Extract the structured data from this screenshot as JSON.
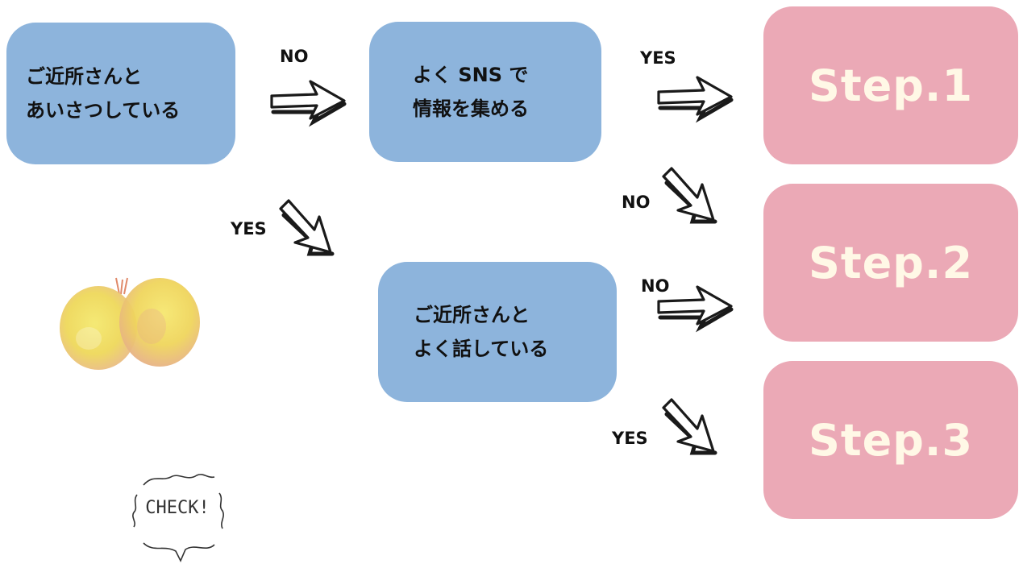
{
  "questions": {
    "q1": {
      "line1": "ご近所さんと",
      "line2": "あいさつしている"
    },
    "q2": {
      "line1": "よく SNS で",
      "line2": "情報を集める"
    },
    "q3": {
      "line1": "ご近所さんと",
      "line2": "よく話している"
    }
  },
  "steps": {
    "s1": "Step.1",
    "s2": "Step.2",
    "s3": "Step.3"
  },
  "labels": {
    "q1_no": "NO",
    "q1_yes": "YES",
    "q2_yes": "YES",
    "q2_no": "NO",
    "q3_no": "NO",
    "q3_yes": "YES"
  },
  "badge": {
    "text": "CHECK!"
  },
  "colors": {
    "question_box": "#8db4dc",
    "step_box": "#eba9b6",
    "step_text": "#fff8e6"
  },
  "icons": {
    "decoration": "yellow-blob-icon",
    "arrows": "hand-drawn-arrow-icon"
  }
}
